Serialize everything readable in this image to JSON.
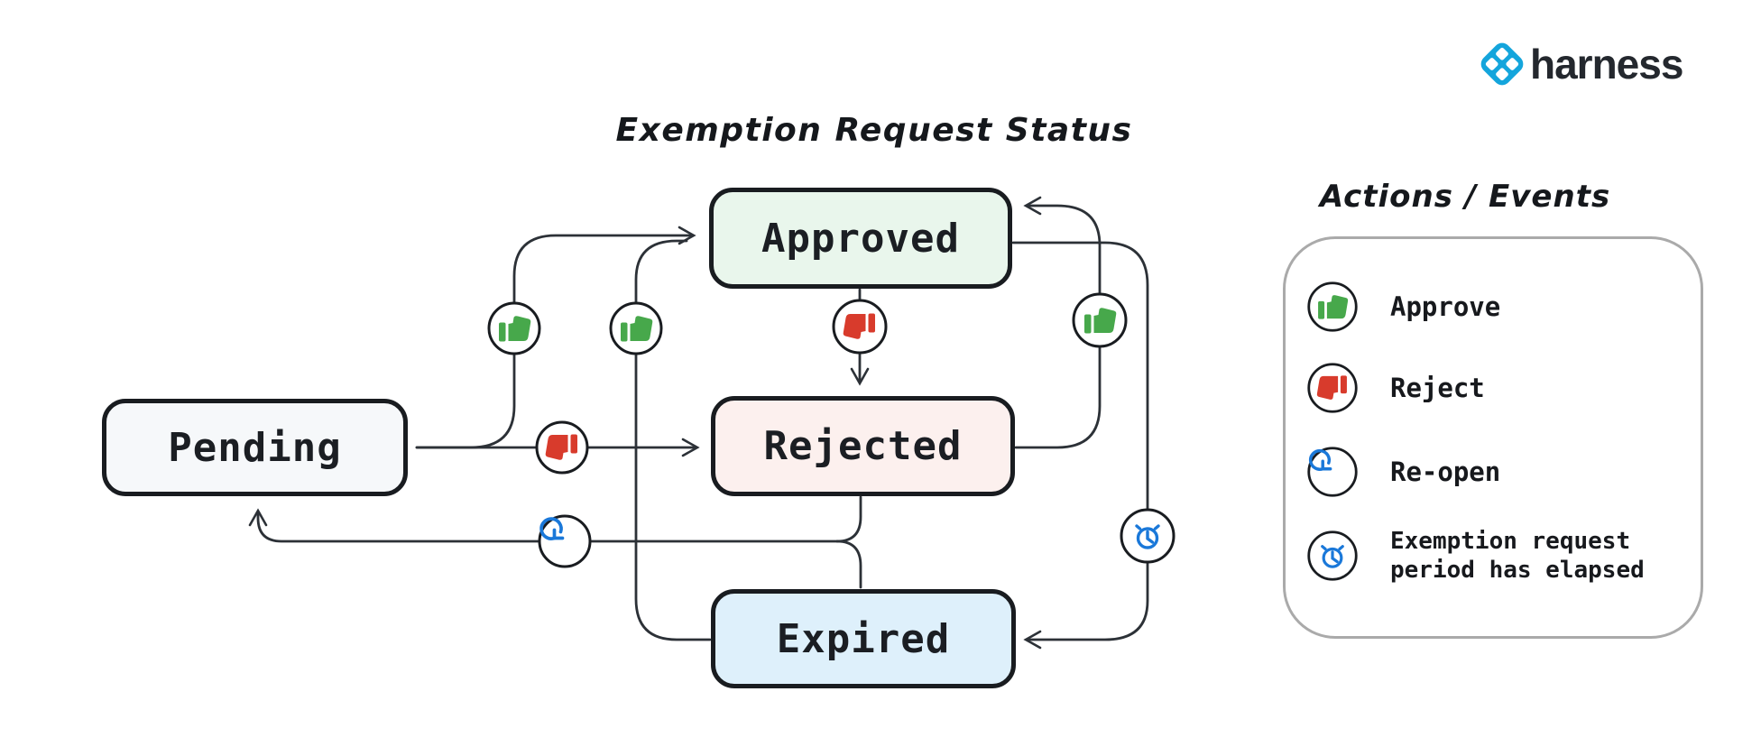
{
  "header": {
    "brand": "harness"
  },
  "title": "Exemption Request Status",
  "states": [
    {
      "id": "pending",
      "label": "Pending",
      "fill": "#f6f8fa"
    },
    {
      "id": "approved",
      "label": "Approved",
      "fill": "#e9f6ec"
    },
    {
      "id": "rejected",
      "label": "Rejected",
      "fill": "#fcf0ee"
    },
    {
      "id": "expired",
      "label": "Expired",
      "fill": "#def0fb"
    }
  ],
  "legend": {
    "title": "Actions / Events",
    "items": [
      {
        "icon": "thumbs-up-icon",
        "label": "Approve"
      },
      {
        "icon": "thumbs-down-icon",
        "label": "Reject"
      },
      {
        "icon": "reopen-icon",
        "label": "Re-open"
      },
      {
        "icon": "alarm-clock-icon",
        "label": "Exemption request period has elapsed"
      }
    ]
  },
  "transitions": [
    {
      "from": "Pending",
      "to": "Approved",
      "action": "Approve"
    },
    {
      "from": "Pending",
      "to": "Rejected",
      "action": "Reject"
    },
    {
      "from": "Approved",
      "to": "Rejected",
      "action": "Reject"
    },
    {
      "from": "Rejected",
      "to": "Approved",
      "action": "Approve"
    },
    {
      "from": "Expired",
      "to": "Approved",
      "action": "Approve"
    },
    {
      "from": "Approved",
      "to": "Expired",
      "action": "Exemption request period has elapsed"
    },
    {
      "from": "Rejected",
      "to": "Pending",
      "action": "Re-open"
    },
    {
      "from": "Expired",
      "to": "Pending",
      "action": "Re-open"
    }
  ],
  "colors": {
    "approve_green": "#47a84b",
    "reject_red": "#d83b2c",
    "event_blue": "#1a78d9",
    "brand_blue": "#14a5dc",
    "node_border": "#191c20",
    "edge_line": "#2c3137"
  }
}
